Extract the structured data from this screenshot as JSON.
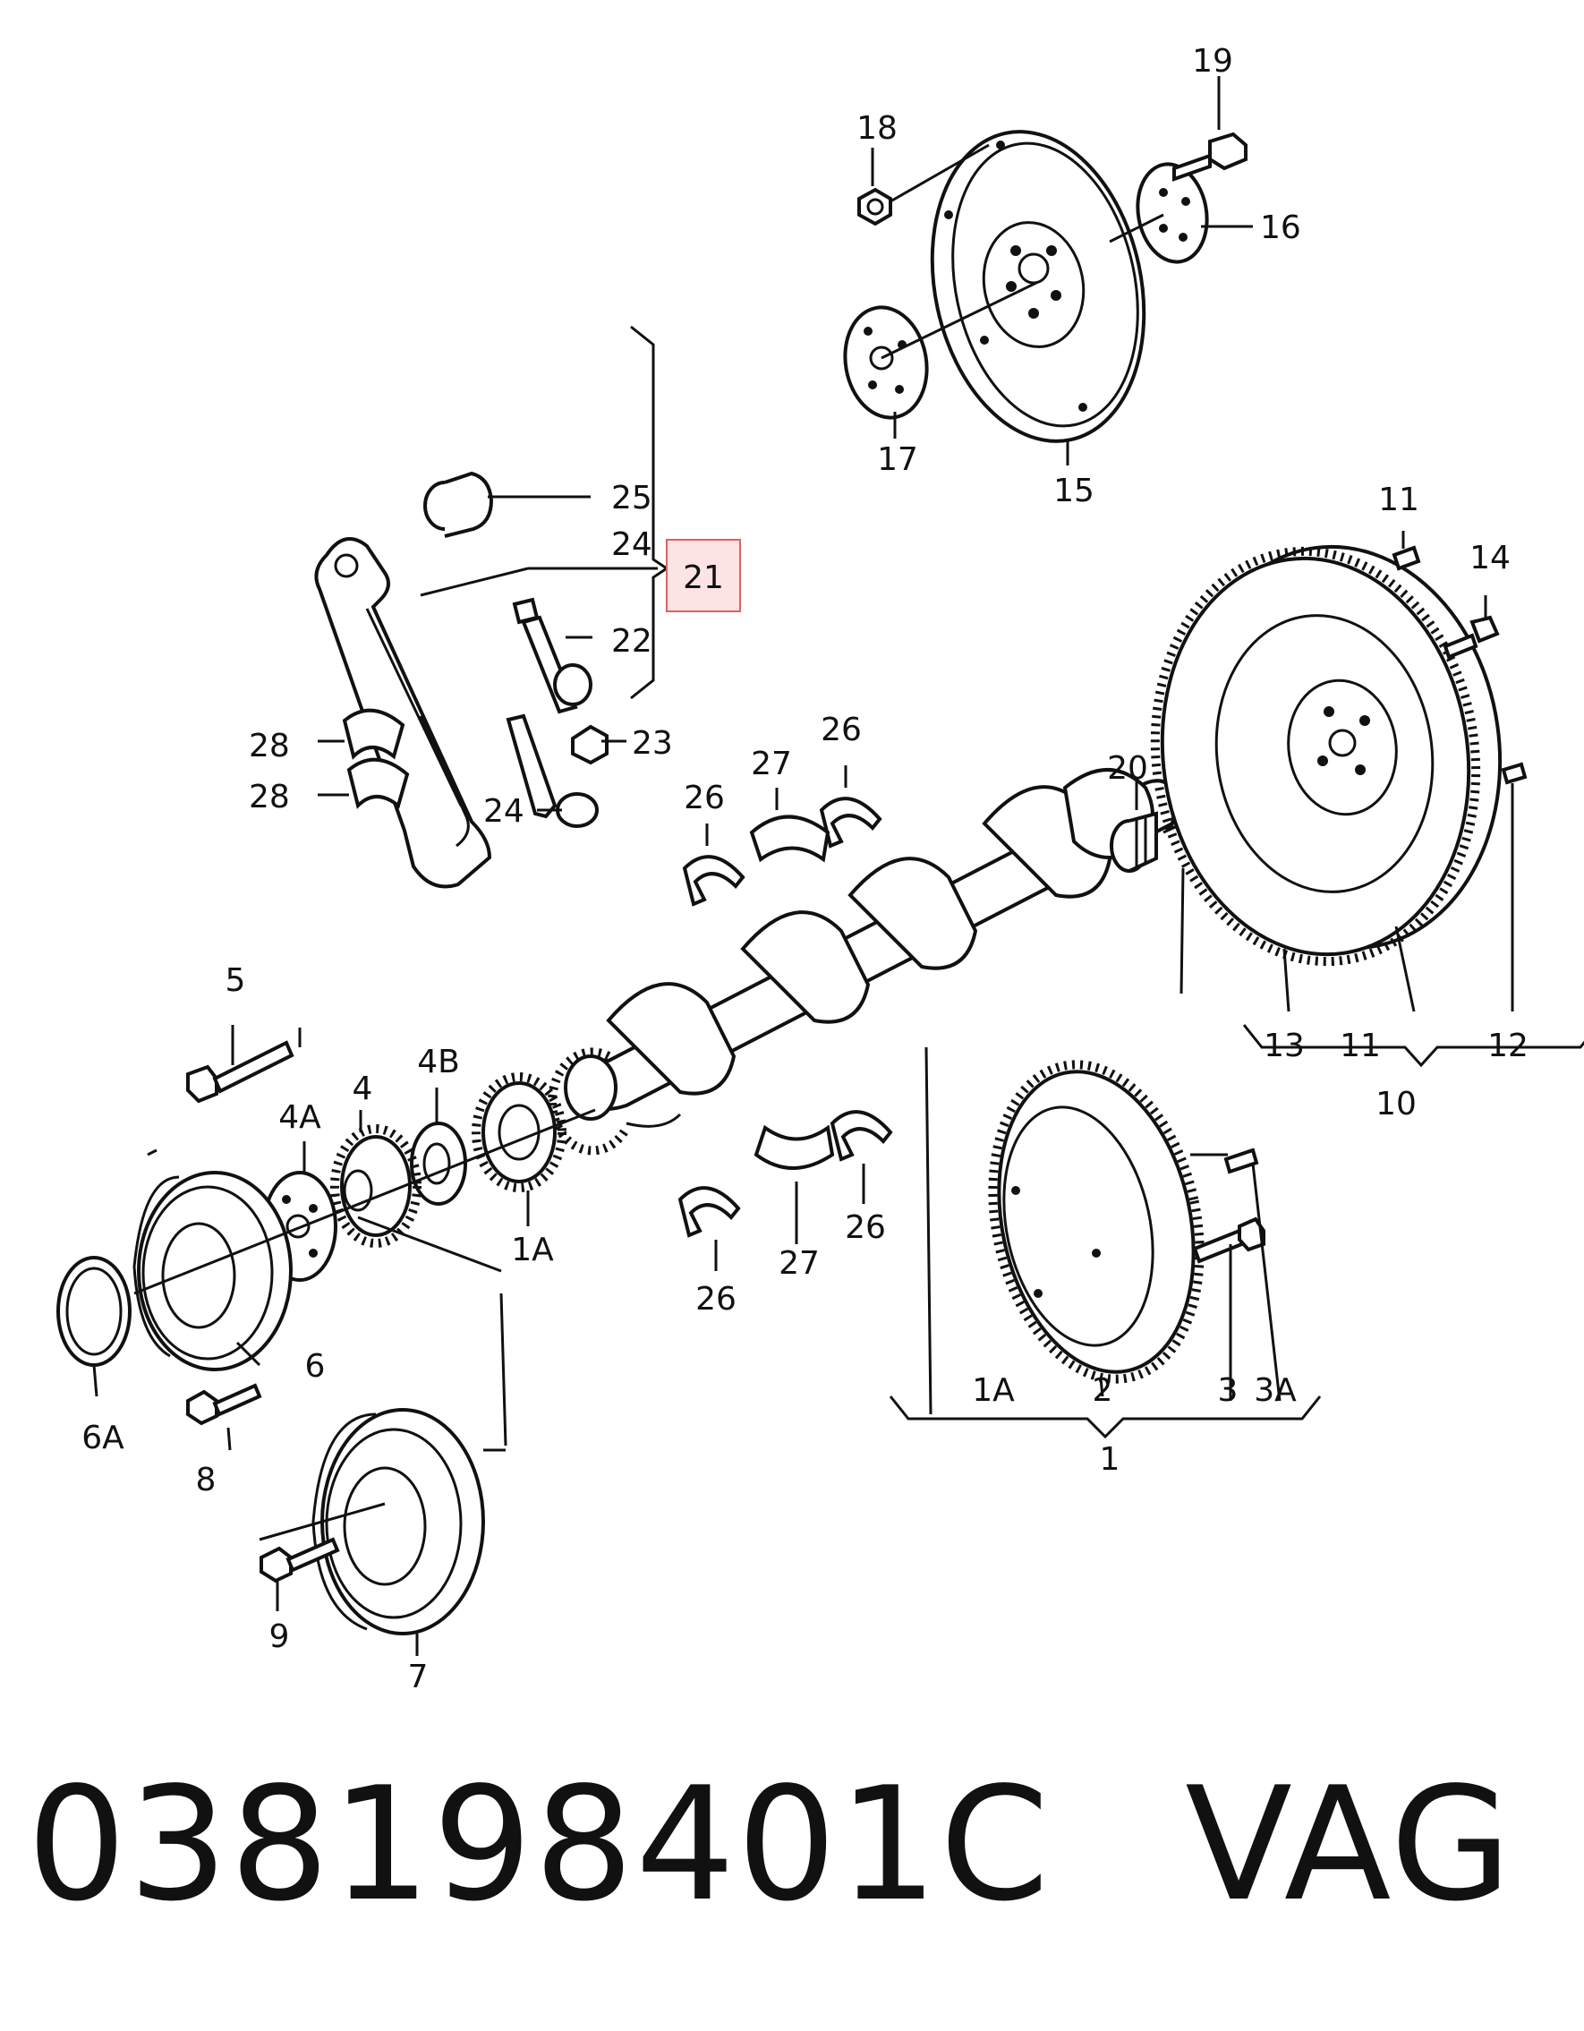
{
  "labels": {
    "l1": "1",
    "l1a_bottom": "1A",
    "l1a_left": "1A",
    "l2": "2",
    "l3": "3",
    "l3a": "3A",
    "l4": "4",
    "l4a": "4A",
    "l4b": "4B",
    "l5": "5",
    "l6": "6",
    "l6a": "6A",
    "l7": "7",
    "l8": "8",
    "l9": "9",
    "l10": "10",
    "l11_top": "11",
    "l11_bottom": "11",
    "l12": "12",
    "l13": "13",
    "l14": "14",
    "l15": "15",
    "l16": "16",
    "l17": "17",
    "l18": "18",
    "l19": "19",
    "l20": "20",
    "l21": "21",
    "l22": "22",
    "l23": "23",
    "l24_top": "24",
    "l24_bottom": "24",
    "l25": "25",
    "l26_a": "26",
    "l26_b": "26",
    "l26_c": "26",
    "l26_d": "26",
    "l27_top": "27",
    "l27_bottom": "27",
    "l28_top": "28",
    "l28_bottom": "28"
  },
  "highlight": {
    "label": "21",
    "color": "#e06060",
    "fill": "#fde3e3"
  },
  "footer": {
    "part_number": "038198401C",
    "brand": "VAG"
  }
}
